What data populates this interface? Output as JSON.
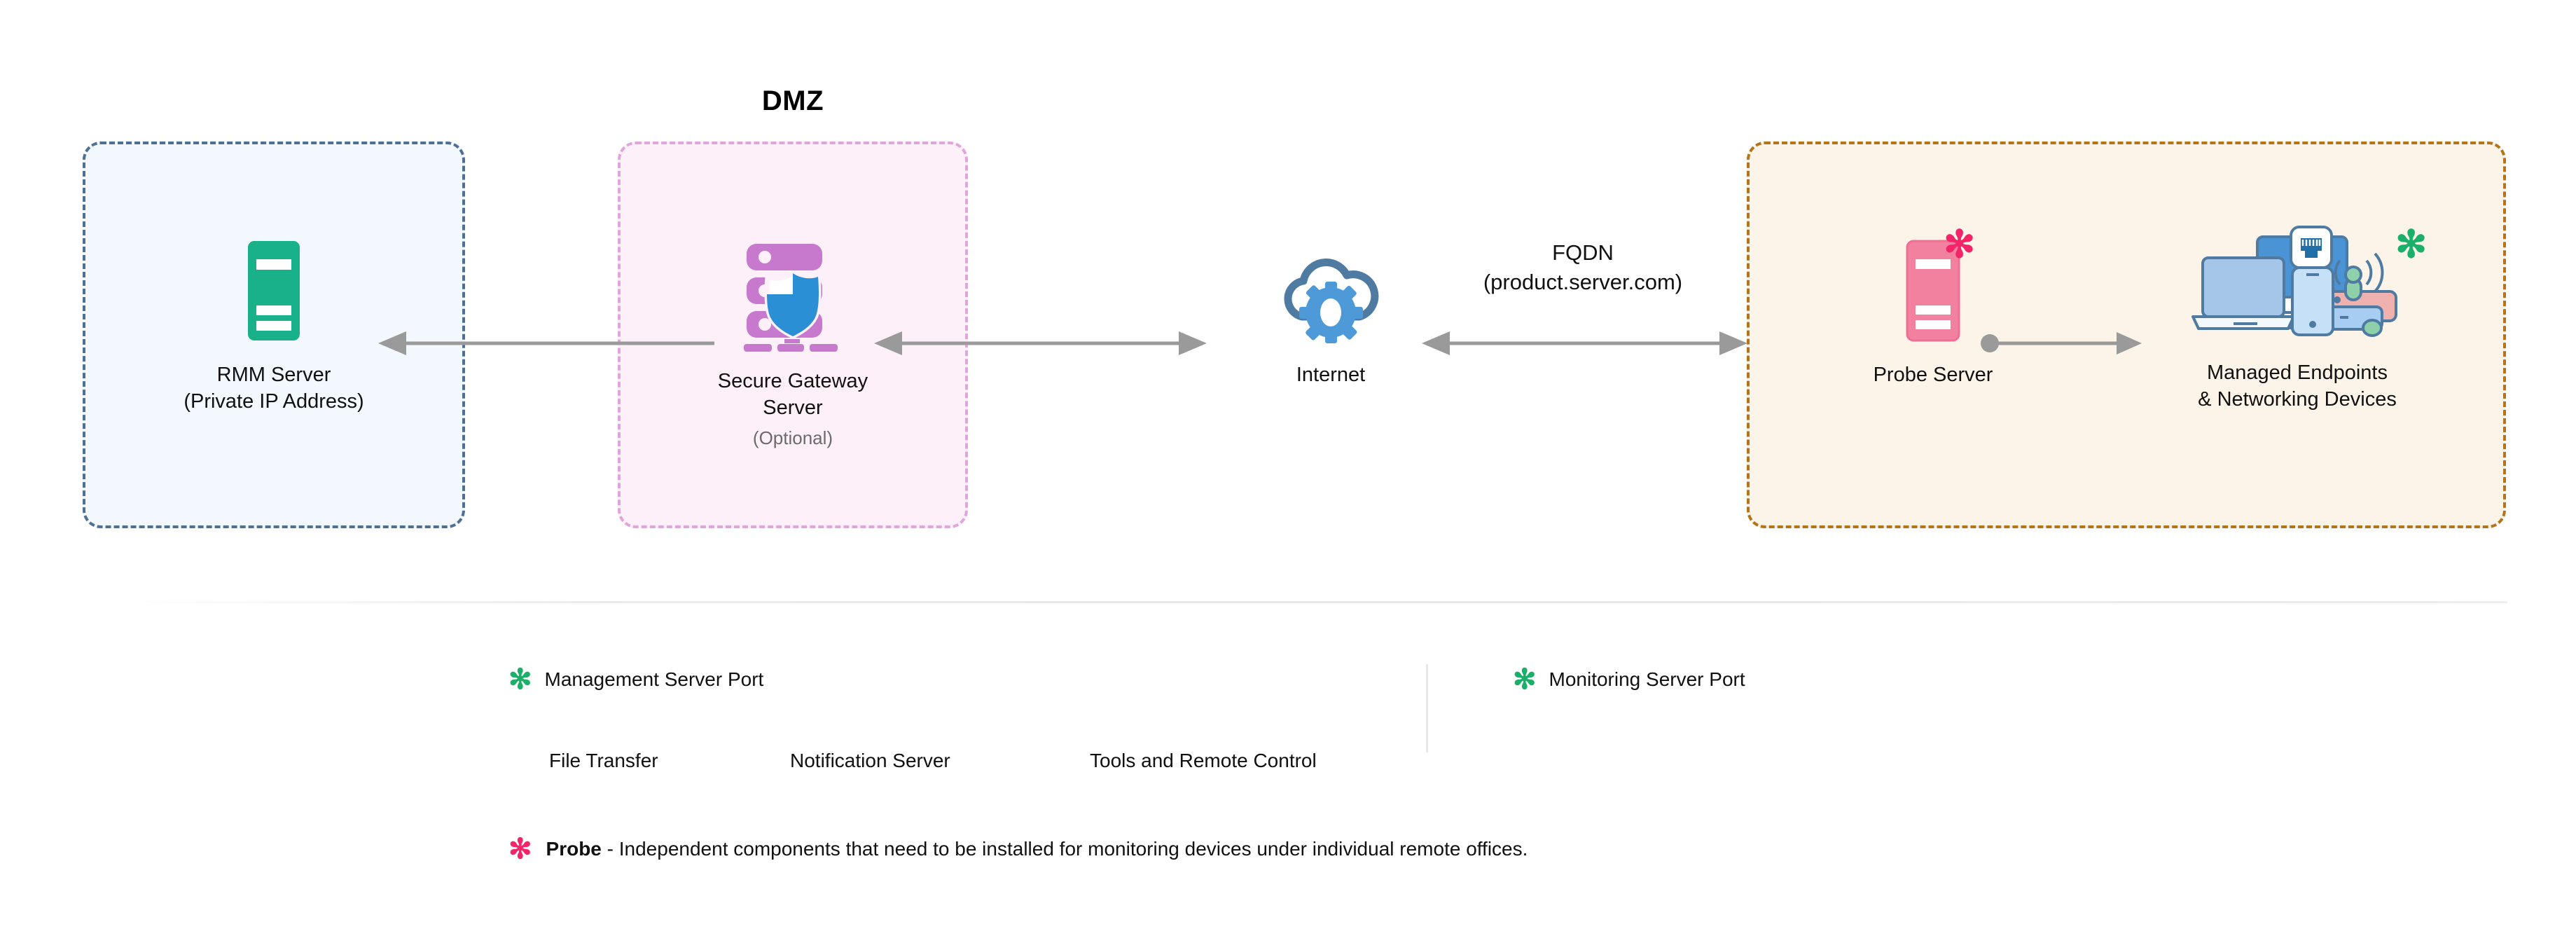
{
  "zones": {
    "dmz_title": "DMZ",
    "rmm": {
      "fill": "#f2f8fd",
      "border": "#4e7096"
    },
    "dmz": {
      "fill": "#fdf0f8",
      "border": "#e0a6dc"
    },
    "remote": {
      "fill": "#fdf4e9",
      "border": "#b5731a"
    }
  },
  "nodes": {
    "rmm": {
      "label": "RMM Server\n(Private IP Address)",
      "icon": "server-icon",
      "color": "#19b18a"
    },
    "gateway": {
      "label": "Secure Gateway\nServer",
      "sub": "(Optional)",
      "icon": "secure-server-shield-icon",
      "color": "#c679cd",
      "shield_color": "#2b8fd6"
    },
    "internet": {
      "label": "Internet",
      "icon": "cloud-gear-icon",
      "color": "#4e9ad8",
      "outline_color": "#4f7ba3"
    },
    "probe": {
      "label": "Probe Server",
      "icon": "server-icon",
      "color": "#f2819f",
      "asterisk": "✻",
      "asterisk_color": "#f4246a"
    },
    "endpoints": {
      "label": "Managed Endpoints\n& Networking Devices",
      "icon": "devices-cluster-icon",
      "asterisk": "✻",
      "asterisk_color": "#1bb06a"
    }
  },
  "connections": {
    "fqdn_label": "FQDN\n(product.server.com)",
    "fqdn_line1": "FQDN",
    "fqdn_line2": "(product.server.com)",
    "arrow_color": "#9a9a9a"
  },
  "legend": {
    "management": {
      "label": "Management Server Port",
      "marker": "✻",
      "color": "#1bb06a"
    },
    "monitoring": {
      "label": "Monitoring Server Port",
      "marker": "✻",
      "color": "#1bb06a"
    },
    "items": [
      {
        "label": "File Transfer"
      },
      {
        "label": "Notification Server"
      },
      {
        "label": "Tools and Remote Control"
      }
    ]
  },
  "footnote": {
    "marker": "✻",
    "marker_color": "#f4246a",
    "term": "Probe",
    "text": " - Independent components that need to be installed for monitoring devices under individual remote offices."
  }
}
